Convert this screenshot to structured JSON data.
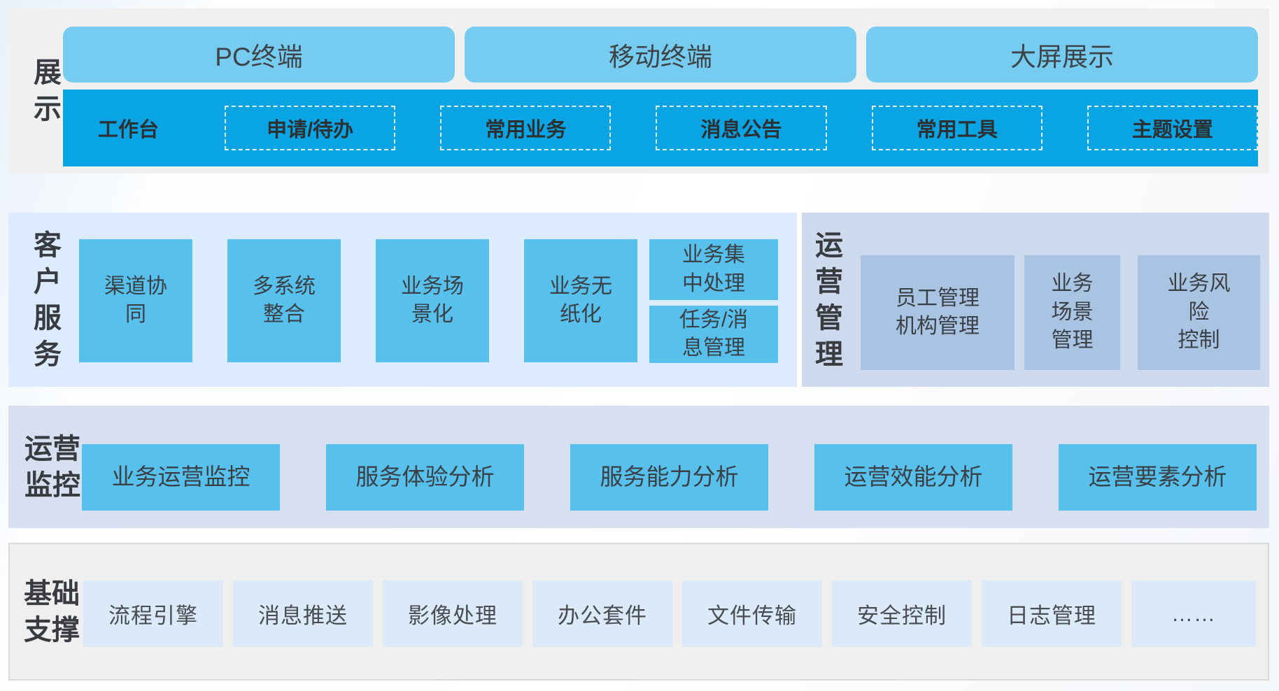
{
  "colors": {
    "display_panel": "#f0f0f0",
    "terminal_box": "#76ccf0",
    "workbench_bar": "#09a4e3",
    "service_panel": "#dcebfd",
    "service_box": "#57c0ed",
    "management_panel": "#cdd9ec",
    "management_box": "#a9c4e3",
    "monitor_panel": "#d6e0f1",
    "monitor_box": "#57c0ed",
    "support_panel": "#efefef",
    "support_box": "#dce9f8",
    "dark_text": "#3b3b3b"
  },
  "layers": {
    "display": {
      "label": "展\n示",
      "terminals": [
        "PC终端",
        "移动终端",
        "大屏展示"
      ],
      "workbench": {
        "label": "工作台",
        "modules": [
          "申请/待办",
          "常用业务",
          "消息公告",
          "常用工具",
          "主题设置"
        ]
      }
    },
    "customer_service": {
      "label": "客\n户\n服\n务",
      "boxes": [
        "渠道协\n同",
        "多系统\n整合",
        "业务场\n景化",
        "业务无\n纸化"
      ],
      "stacked_boxes": [
        "业务集\n中处理",
        "任务/消\n息管理"
      ]
    },
    "operation_management": {
      "label": "运\n营\n管\n理",
      "boxes": [
        "员工管理\n机构管理",
        "业务\n场景\n管理",
        "业务风\n险\n控制"
      ]
    },
    "operation_monitoring": {
      "label": "运营\n监控",
      "boxes": [
        "业务运营监控",
        "服务体验分析",
        "服务能力分析",
        "运营效能分析",
        "运营要素分析"
      ]
    },
    "base_support": {
      "label": "基础\n支撑",
      "boxes": [
        "流程引擎",
        "消息推送",
        "影像处理",
        "办公套件",
        "文件传输",
        "安全控制",
        "日志管理",
        "……"
      ]
    }
  }
}
